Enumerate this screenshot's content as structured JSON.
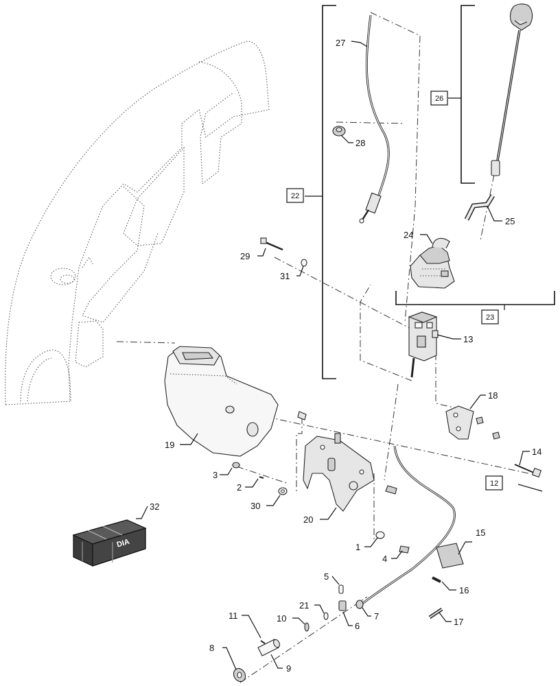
{
  "callouts": {
    "n1": "1",
    "n2": "2",
    "n3": "3",
    "n4": "4",
    "n5": "5",
    "n6": "6",
    "n7": "7",
    "n8": "8",
    "n9": "9",
    "n10": "10",
    "n11": "11",
    "n12": "12",
    "n13": "13",
    "n14": "14",
    "n15": "15",
    "n16": "16",
    "n17": "17",
    "n18": "18",
    "n19": "19",
    "n20": "20",
    "n21": "21",
    "n22": "22",
    "n23": "23",
    "n24": "24",
    "n25": "25",
    "n26": "26",
    "n27": "27",
    "n28": "28",
    "n29": "29",
    "n30": "30",
    "n31": "31",
    "n32": "32"
  },
  "crate_label": "DIA",
  "colors": {
    "line": "#222222",
    "part_fill": "#e6e6e6",
    "crate_fill": "#3a3a3a"
  }
}
